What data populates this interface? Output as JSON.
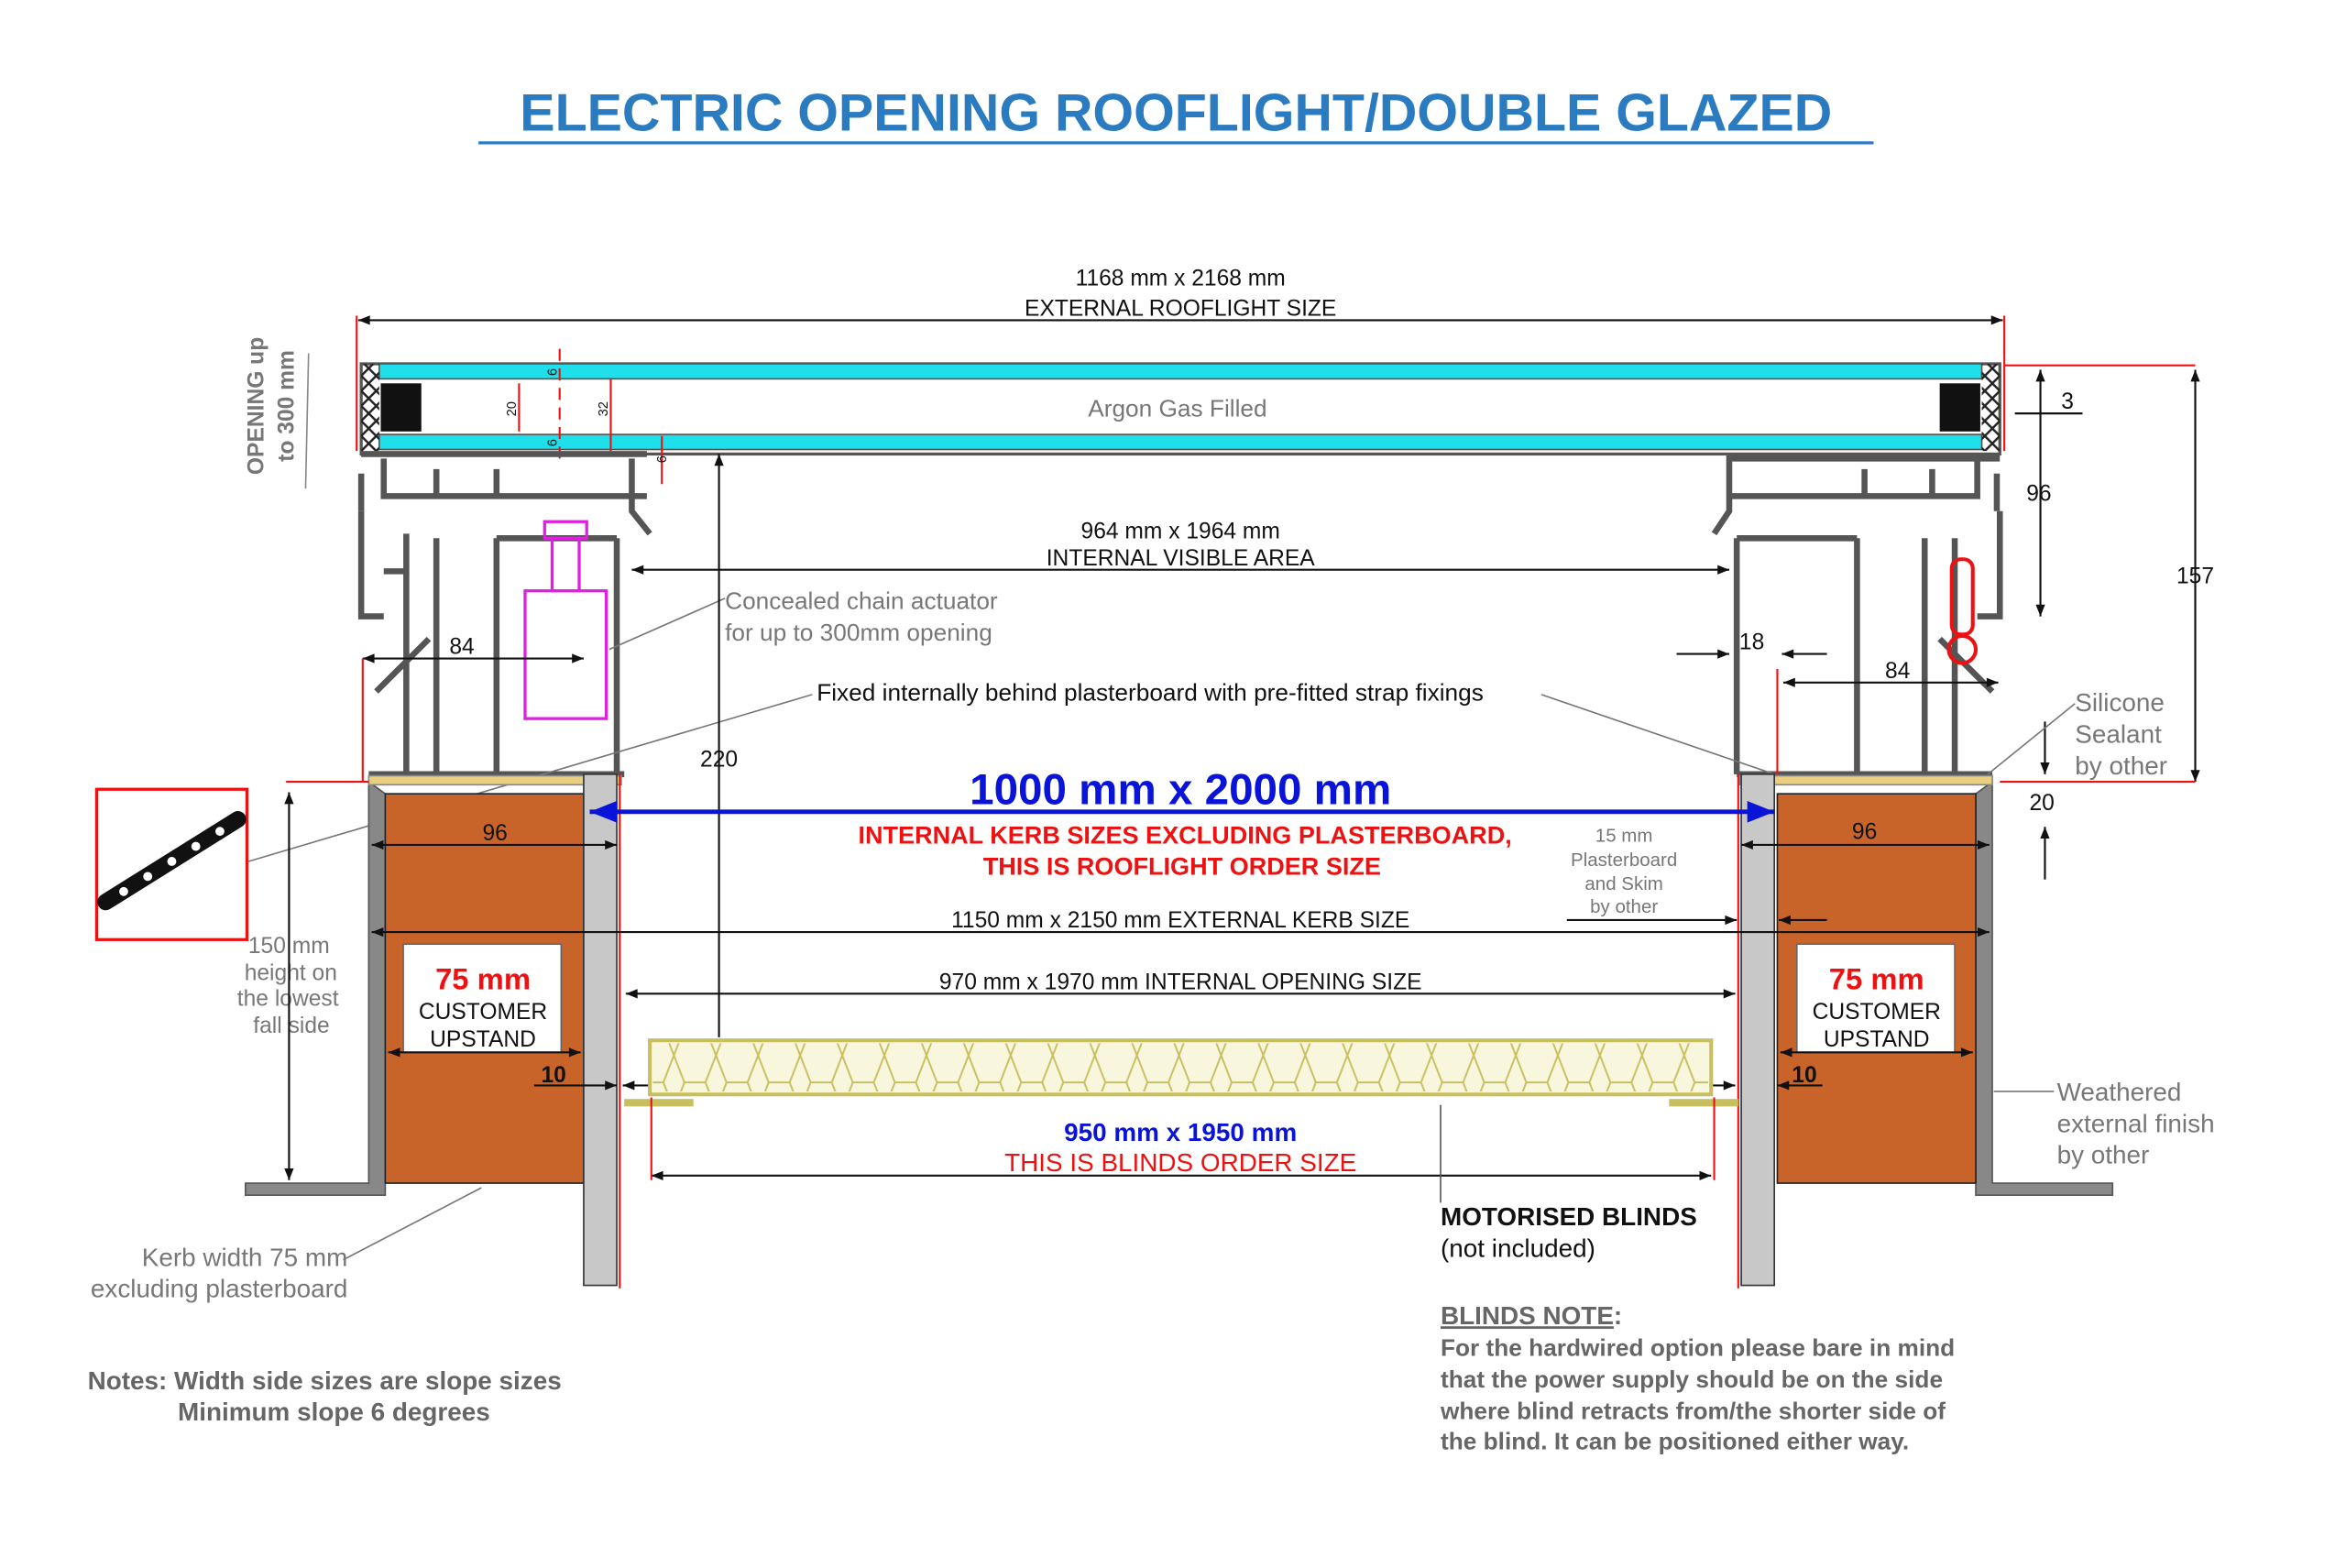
{
  "title": "ELECTRIC OPENING ROOFLIGHT/DOUBLE GLAZED",
  "external_size": {
    "value": "1168 mm x 2168 mm",
    "label": "EXTERNAL ROOFLIGHT SIZE"
  },
  "opening": {
    "line1": "OPENING up",
    "line2": "to 300 mm"
  },
  "argon": "Argon Gas Filled",
  "glass_dims": {
    "top_pane": "6",
    "cavity": "20",
    "total": "32",
    "bottom_pane": "6",
    "edge": "6"
  },
  "visible_area": {
    "value": "964 mm x 1964 mm",
    "label": "INTERNAL VISIBLE AREA"
  },
  "actuator": {
    "line1": "Concealed chain actuator",
    "line2": "for up to 300mm opening"
  },
  "dims": {
    "left_84": "84",
    "right_84": "84",
    "d18": "18",
    "d220": "220",
    "d3": "3",
    "d96_right": "96",
    "d157": "157",
    "d20": "20",
    "left_96": "96",
    "right_96": "96",
    "left_10": "10",
    "right_10": "10"
  },
  "fixed_note": "Fixed internally behind plasterboard with pre-fitted strap fixings",
  "silicone": {
    "line1": "Silicone",
    "line2": "Sealant",
    "line3": "by other"
  },
  "kerb_size": {
    "value": "1000 mm x 2000 mm",
    "line1": "INTERNAL KERB SIZES EXCLUDING PLASTERBOARD,",
    "line2": "THIS IS ROOFLIGHT ORDER SIZE"
  },
  "plasterboard": {
    "line1": "15 mm",
    "line2": "Plasterboard",
    "line3": "and Skim",
    "line4": "by other"
  },
  "external_kerb": "1150 mm x 2150 mm EXTERNAL KERB SIZE",
  "internal_opening": "970 mm x 1970 mm INTERNAL OPENING SIZE",
  "upstand": {
    "size": "75 mm",
    "line1": "CUSTOMER",
    "line2": "UPSTAND"
  },
  "blinds_size": {
    "value": "950 mm x 1950 mm",
    "label": "THIS IS BLINDS ORDER SIZE"
  },
  "motorised": {
    "title": "MOTORISED BLINDS",
    "sub": "(not included)"
  },
  "blinds_note": {
    "heading": "BLINDS NOTE",
    "colon": ":",
    "lines": [
      "For the hardwired option please bare in mind",
      "that the power supply should be on the side",
      "where blind retracts from/the shorter side of",
      "the blind. It can be positioned either way."
    ]
  },
  "weathered": {
    "line1": "Weathered",
    "line2": "external finish",
    "line3": "by other"
  },
  "height_note": {
    "line1": "150 mm",
    "line2": "height on",
    "line3": "the lowest",
    "line4": "fall side"
  },
  "kerb_width": {
    "line1": "Kerb width 75 mm",
    "line2": "excluding plasterboard"
  },
  "notes": {
    "line1": "Notes: Width side sizes are slope sizes",
    "line2": "Minimum slope 6 degrees"
  },
  "colors": {
    "title": "#2a7bc0",
    "glass": "#1fe0ea",
    "kerb": "#c8642a",
    "actuator": "#e020e0",
    "size_blue": "#0a14d8",
    "red": "#e11111"
  }
}
